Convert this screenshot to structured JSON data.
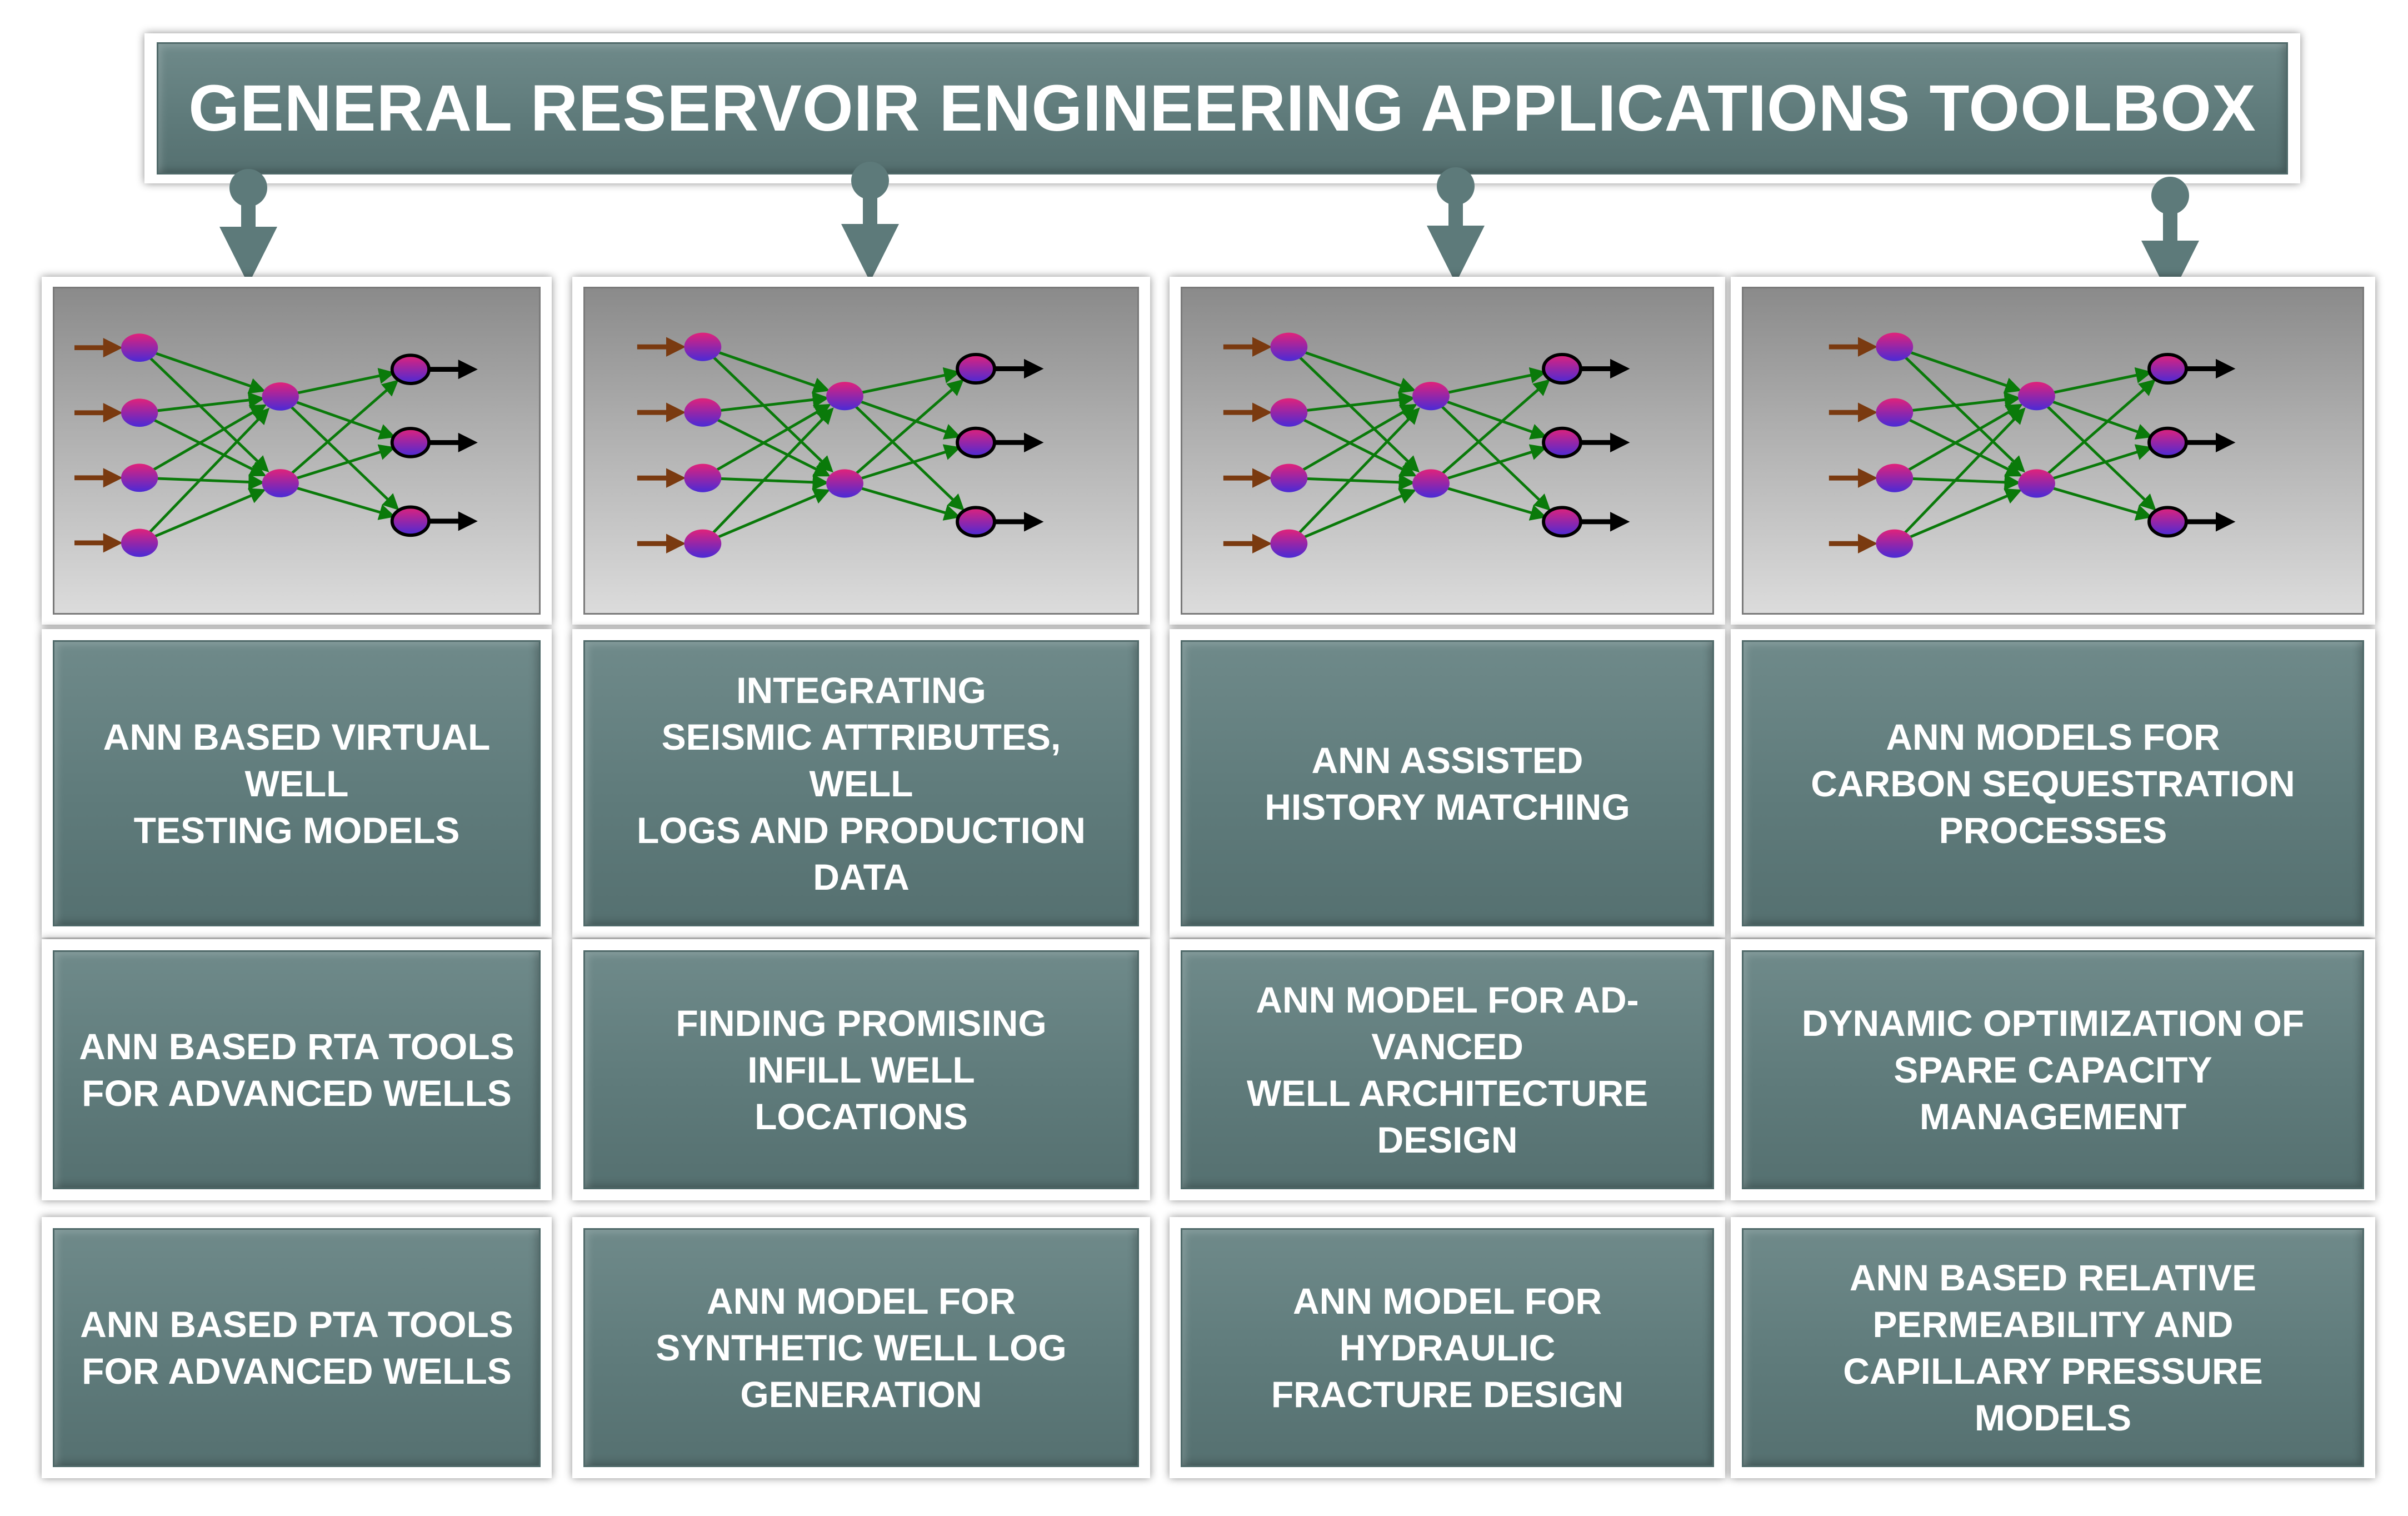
{
  "title": "GENERAL RESERVOIR ENGINEERING APPLICATIONS TOOLBOX",
  "colors": {
    "panel": "#617d7d",
    "panel_border": "#4f6969",
    "connector": "#5d7a7a",
    "net_edge": "#0a7a0a",
    "node_fill_top": "#e0227a",
    "node_fill_bottom": "#4a2ad6",
    "arrow_in": "#7a3a10",
    "arrow_out": "#000000"
  },
  "icon": "neural-network-icon",
  "columns": [
    {
      "cards": [
        "ANN BASED VIRTUAL\nWELL\nTESTING MODELS",
        "ANN BASED RTA TOOLS\nFOR ADVANCED  WELLS",
        "ANN BASED PTA TOOLS\nFOR ADVANCED WELLS"
      ]
    },
    {
      "cards": [
        "INTEGRATING\nSEISMIC ATTRIBUTES, WELL\nLOGS AND PRODUCTION\nDATA",
        "FINDING PROMISING\nINFILL WELL\nLOCATIONS",
        "ANN MODEL FOR\nSYNTHETIC WELL LOG\nGENERATION"
      ]
    },
    {
      "cards": [
        "ANN ASSISTED\nHISTORY MATCHING",
        "ANN MODEL FOR AD-\nVANCED\nWELL ARCHITECTURE\nDESIGN",
        "ANN MODEL FOR\nHYDRAULIC\nFRACTURE DESIGN"
      ]
    },
    {
      "cards": [
        "ANN MODELS FOR\nCARBON SEQUESTRATION\nPROCESSES",
        "DYNAMIC OPTIMIZATION OF\nSPARE CAPACITY\nMANAGEMENT",
        "ANN BASED RELATIVE\nPERMEABILITY AND\nCAPILLARY PRESSURE\nMODELS"
      ]
    }
  ]
}
